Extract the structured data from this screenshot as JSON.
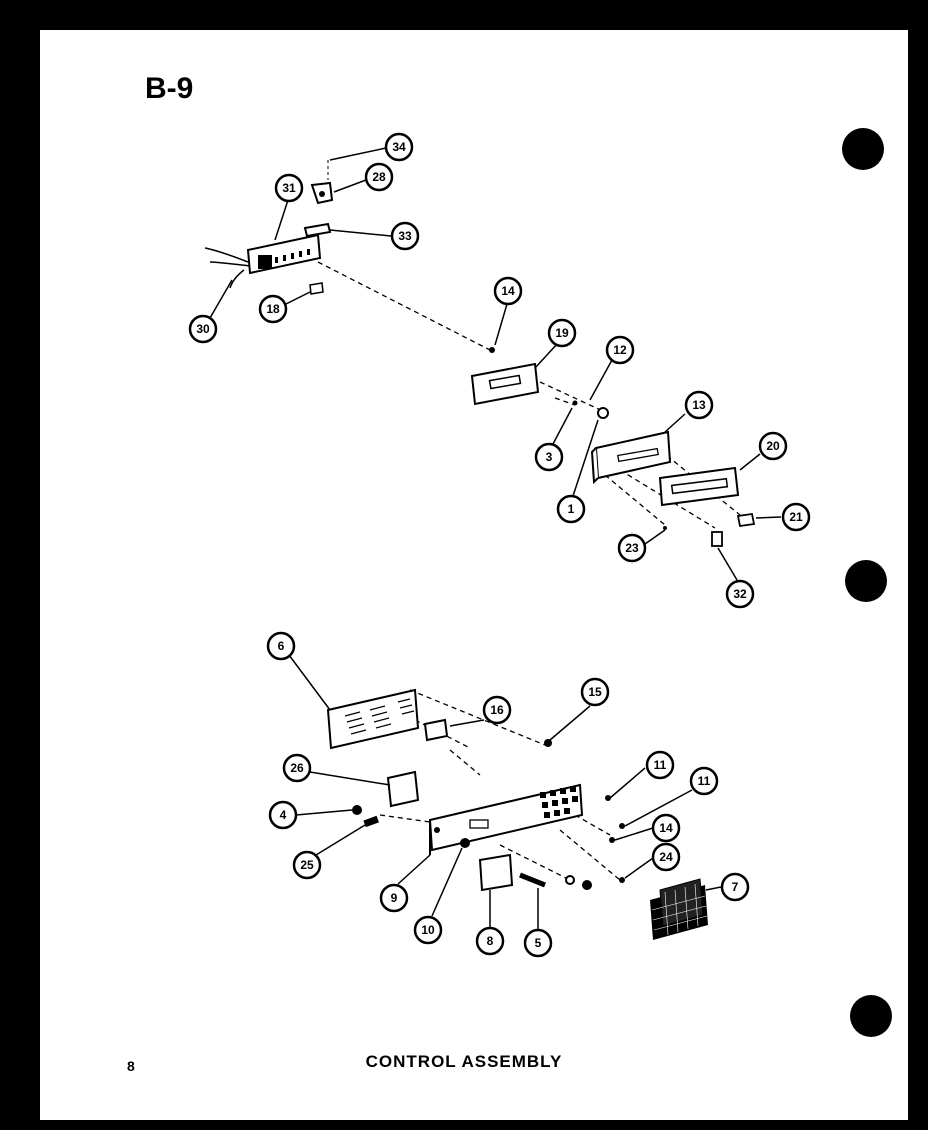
{
  "header": {
    "page_id": "B-9"
  },
  "footer": {
    "page_number": "8",
    "caption": "CONTROL ASSEMBLY"
  },
  "callouts": [
    "34",
    "28",
    "31",
    "33",
    "30",
    "18",
    "14",
    "19",
    "12",
    "3",
    "13",
    "1",
    "20",
    "21",
    "23",
    "32",
    "6",
    "16",
    "15",
    "26",
    "11",
    "11",
    "4",
    "14",
    "25",
    "24",
    "9",
    "7",
    "10",
    "8",
    "5"
  ]
}
